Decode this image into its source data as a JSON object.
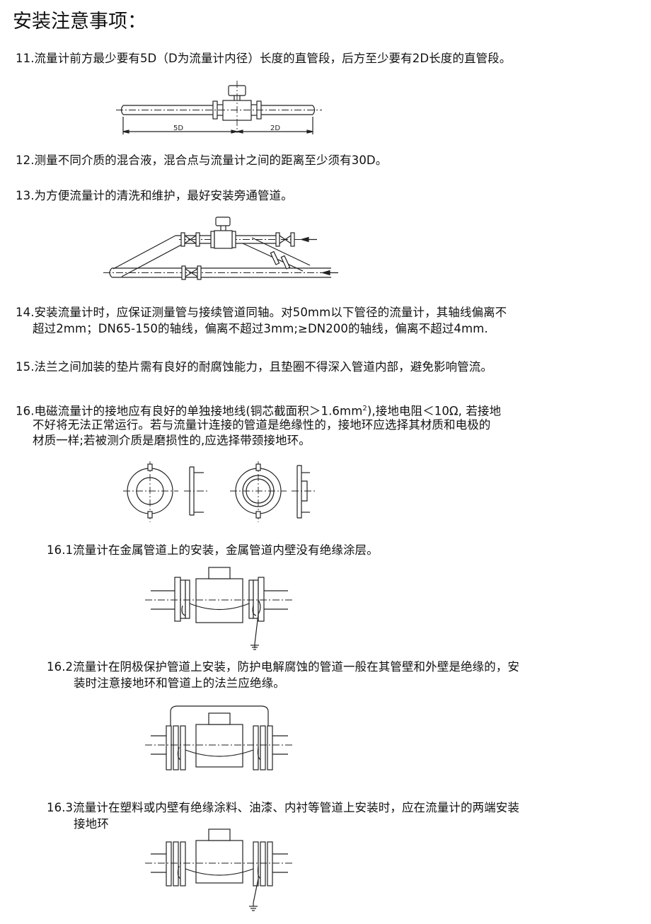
{
  "page": {
    "title": "安装注意事项："
  },
  "items": {
    "i11": "11.流量计前方最少要有5D（D为流量计内径）长度的直管段，后方至少要有2D长度的直管段。",
    "i12": "12.测量不同介质的混合液，混合点与流量计之间的距离至少须有30D。",
    "i13": "13.为方便流量计的清洗和维护，最好安装旁通管道。",
    "i14_line1": "14.安装流量计时，应保证测量管与接续管道同轴。对50mm以下管径的流量计，其轴线偏离不",
    "i14_line2": "超过2mm；DN65-150的轴线，偏离不超过3mm;≥DN200的轴线，偏离不超过4mm.",
    "i15": "15.法兰之间加装的垫片需有良好的耐腐蚀能力，且垫圈不得深入管道内部，避免影响管流。",
    "i16_line1_a": "16.电磁流量计的接地应有良好的单独接地线(铜芯截面积＞1.6mm",
    "i16_line1_sup": "2",
    "i16_line1_b": "),接地电阻＜10Ω, 若接地",
    "i16_line2": "不好将无法正常运行。若与流量计连接的管道是绝缘性的，接地环应选择其材质和电极的",
    "i16_line3": "材质一样;若被测介质是磨损性的,应选择带颈接地环。",
    "i16_1": "16.1流量计在金属管道上的安装，金属管道内壁没有绝缘涂层。",
    "i16_2_line1": "16.2流量计在阴极保护管道上安装，防护电解腐蚀的管道一般在其管壁和外壁是绝缘的，安",
    "i16_2_line2": "装时注意接地环和管道上的法兰应绝缘。",
    "i16_3_line1": "16.3流量计在塑料或内壁有绝缘涂料、油漆、内衬等管道上安装时，应在流量计的两端安装",
    "i16_3_line2": "接地环"
  },
  "figures": {
    "straight_pipe": {
      "label_upstream": "5D",
      "label_downstream": "2D"
    }
  }
}
